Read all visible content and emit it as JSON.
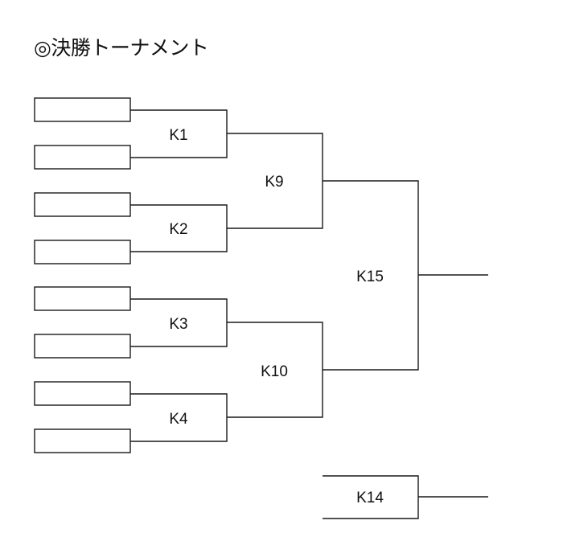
{
  "page_title": "◎決勝トーナメント",
  "entry_slots": [
    "",
    "",
    "",
    "",
    "",
    "",
    "",
    ""
  ],
  "matches": {
    "K1": "K1",
    "K2": "K2",
    "K3": "K3",
    "K4": "K4",
    "K9": "K9",
    "K10": "K10",
    "K15": "K15",
    "K14": "K14"
  }
}
